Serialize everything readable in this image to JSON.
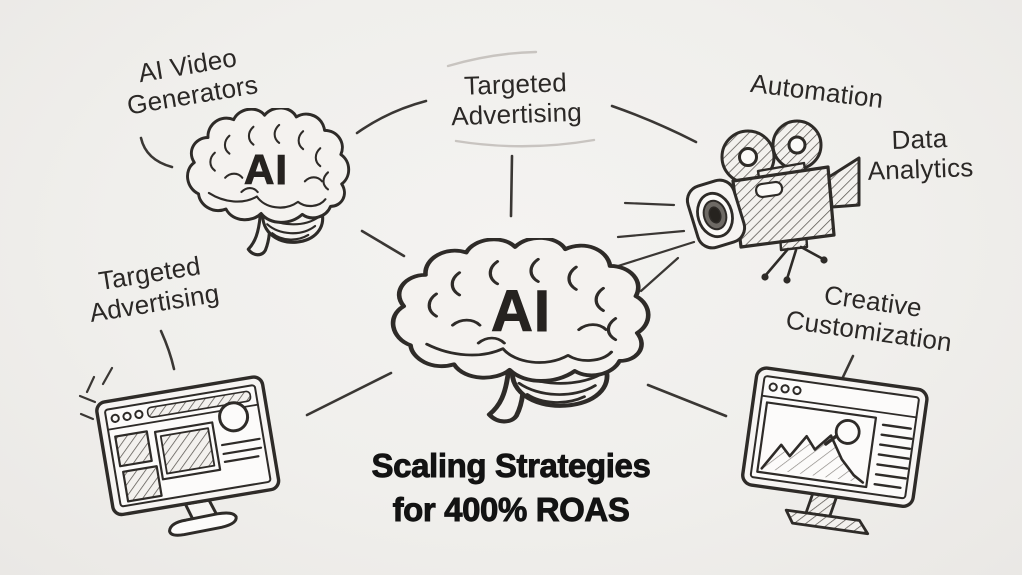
{
  "colors": {
    "background": "#f0efec",
    "ink": "#2e2b28",
    "title_color": "#131313",
    "sketch_gray": "#c8c4c0"
  },
  "title": {
    "text": "Scaling Strategies\nfor 400% ROAS"
  },
  "center_brain": {
    "label": "AI"
  },
  "small_brain": {
    "label": "AI"
  },
  "labels": {
    "ai_video_generators": "AI Video\nGenerators",
    "targeted_advertising_top": "Targeted\nAdvertising",
    "automation": "Automation",
    "data_analytics": "Data\nAnalytics",
    "targeted_advertising_left": "Targeted\nAdvertising",
    "creative_customization": "Creative\nCustomization"
  }
}
